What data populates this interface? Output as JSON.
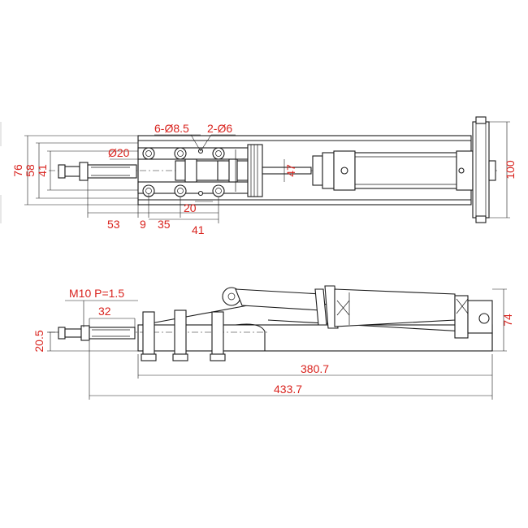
{
  "colors": {
    "line": "#1a1a1a",
    "dimension_text": "#d9231e",
    "background": "#ffffff"
  },
  "top_view": {
    "holes_large": "6-Ø8.5",
    "holes_small": "2-Ø6",
    "spindle_dia": "Ø20",
    "width_overall": "76",
    "width_holes": "58",
    "width_inner": "41",
    "cylinder_dia": "47",
    "cylinder_height": "100",
    "dim_53": "53",
    "dim_9": "9",
    "dim_35": "35",
    "dim_20": "20",
    "dim_41": "41"
  },
  "side_view": {
    "thread": "M10 P=1.5",
    "thread_length": "32",
    "spindle_height": "20.5",
    "total_height": "74",
    "base_length": "380.7",
    "overall_length": "433.7"
  }
}
